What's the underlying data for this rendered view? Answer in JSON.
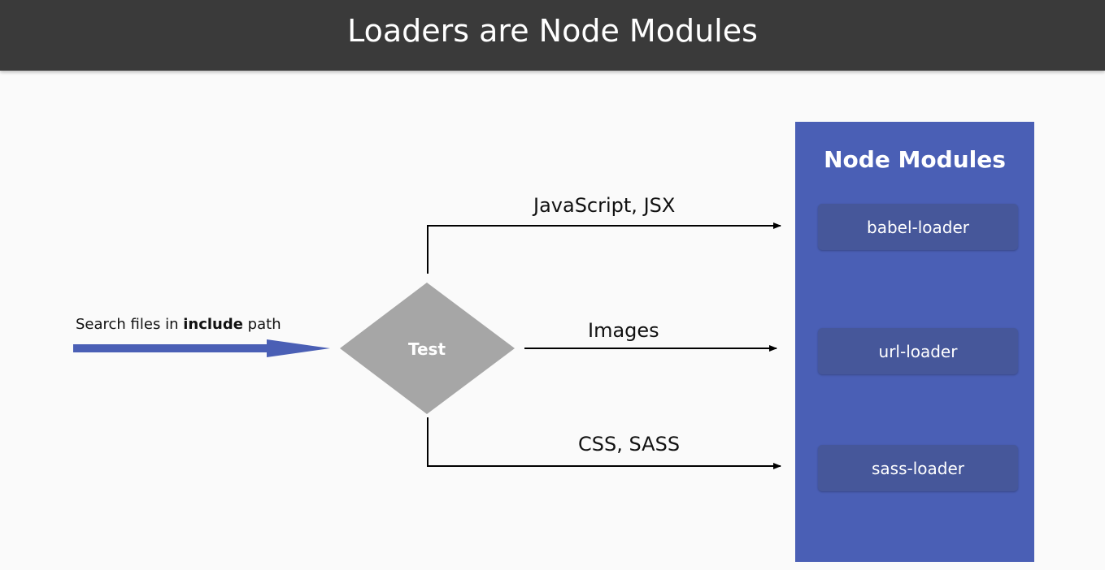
{
  "header": {
    "title": "Loaders are Node Modules"
  },
  "intro": {
    "prefix": "Search files in ",
    "bold": "include",
    "suffix": " path"
  },
  "decision": {
    "label": "Test"
  },
  "edges": [
    {
      "label": "JavaScript, JSX"
    },
    {
      "label": "Images"
    },
    {
      "label": "CSS, SASS"
    }
  ],
  "modules": {
    "title": "Node Modules",
    "items": [
      {
        "label": "babel-loader"
      },
      {
        "label": "url-loader"
      },
      {
        "label": "sass-loader"
      }
    ]
  },
  "colors": {
    "header_bg": "#3a3a3a",
    "panel_bg": "#4a5fb5",
    "module_bg": "#46579a",
    "arrow_blue": "#4a5fb5",
    "diamond_gray": "#a6a6a6"
  }
}
